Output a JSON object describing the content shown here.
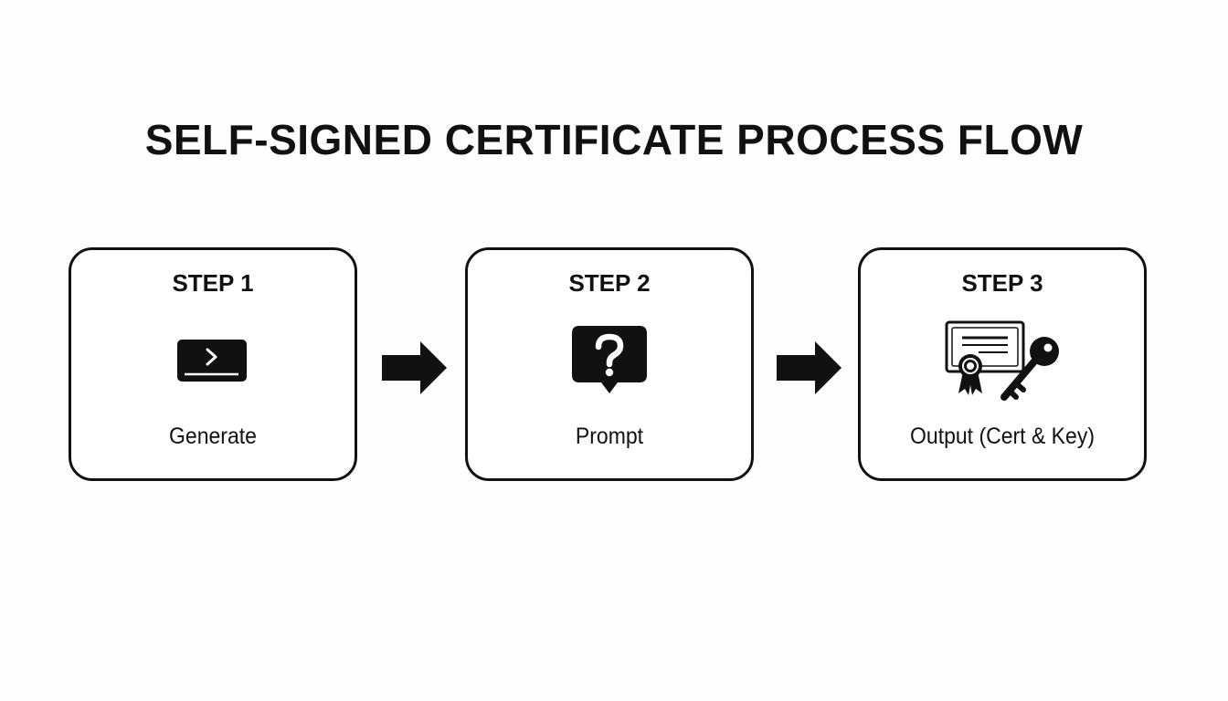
{
  "title": "SELF-SIGNED CERTIFICATE PROCESS FLOW",
  "steps": [
    {
      "label": "STEP 1",
      "caption": "Generate",
      "icon": "terminal-icon"
    },
    {
      "label": "STEP 2",
      "caption": "Prompt",
      "icon": "question-bubble-icon"
    },
    {
      "label": "STEP 3",
      "caption": "Output (Cert & Key)",
      "icon": "certificate-key-icon"
    }
  ],
  "connectors": [
    "arrow-right-icon",
    "arrow-right-icon"
  ],
  "colors": {
    "ink": "#111111",
    "background": "#fdfdfd",
    "box_fill": "#ffffff"
  }
}
